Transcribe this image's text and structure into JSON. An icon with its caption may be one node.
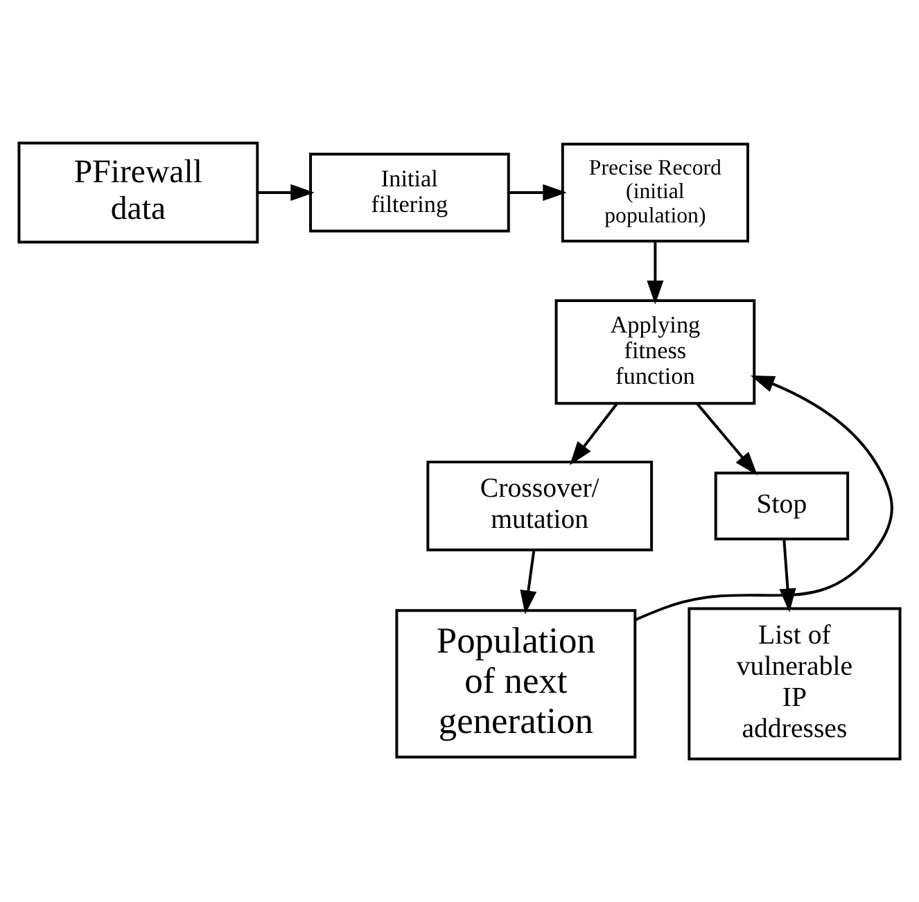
{
  "diagram": {
    "nodes": [
      {
        "text": [
          "PFirewall data"
        ]
      },
      {
        "text": [
          "Initial filtering"
        ]
      },
      {
        "text": [
          "Precise Record (initial population)"
        ]
      },
      {
        "text": [
          "Applying fitness function"
        ]
      },
      {
        "text": [
          "Crossover/ mutation"
        ]
      },
      {
        "text": [
          "Stop"
        ]
      },
      {
        "text": [
          "Population of next generation"
        ]
      },
      {
        "text": [
          "List of vulnerable IP addresses"
        ]
      }
    ],
    "edges": [
      {
        "from": 0,
        "to": 1,
        "arrow": "to"
      },
      {
        "from": 1,
        "to": 2,
        "arrow": "to"
      },
      {
        "from": 2,
        "to": 3,
        "arrow": "to"
      },
      {
        "from": 3,
        "to": 4,
        "arrow": "to"
      },
      {
        "from": 3,
        "to": 5,
        "arrow": "to"
      },
      {
        "from": 4,
        "to": 6,
        "arrow": "to"
      },
      {
        "from": 5,
        "to": 7,
        "arrow": "to"
      },
      {
        "from": 6,
        "to": 3,
        "arrow": "to"
      }
    ]
  }
}
